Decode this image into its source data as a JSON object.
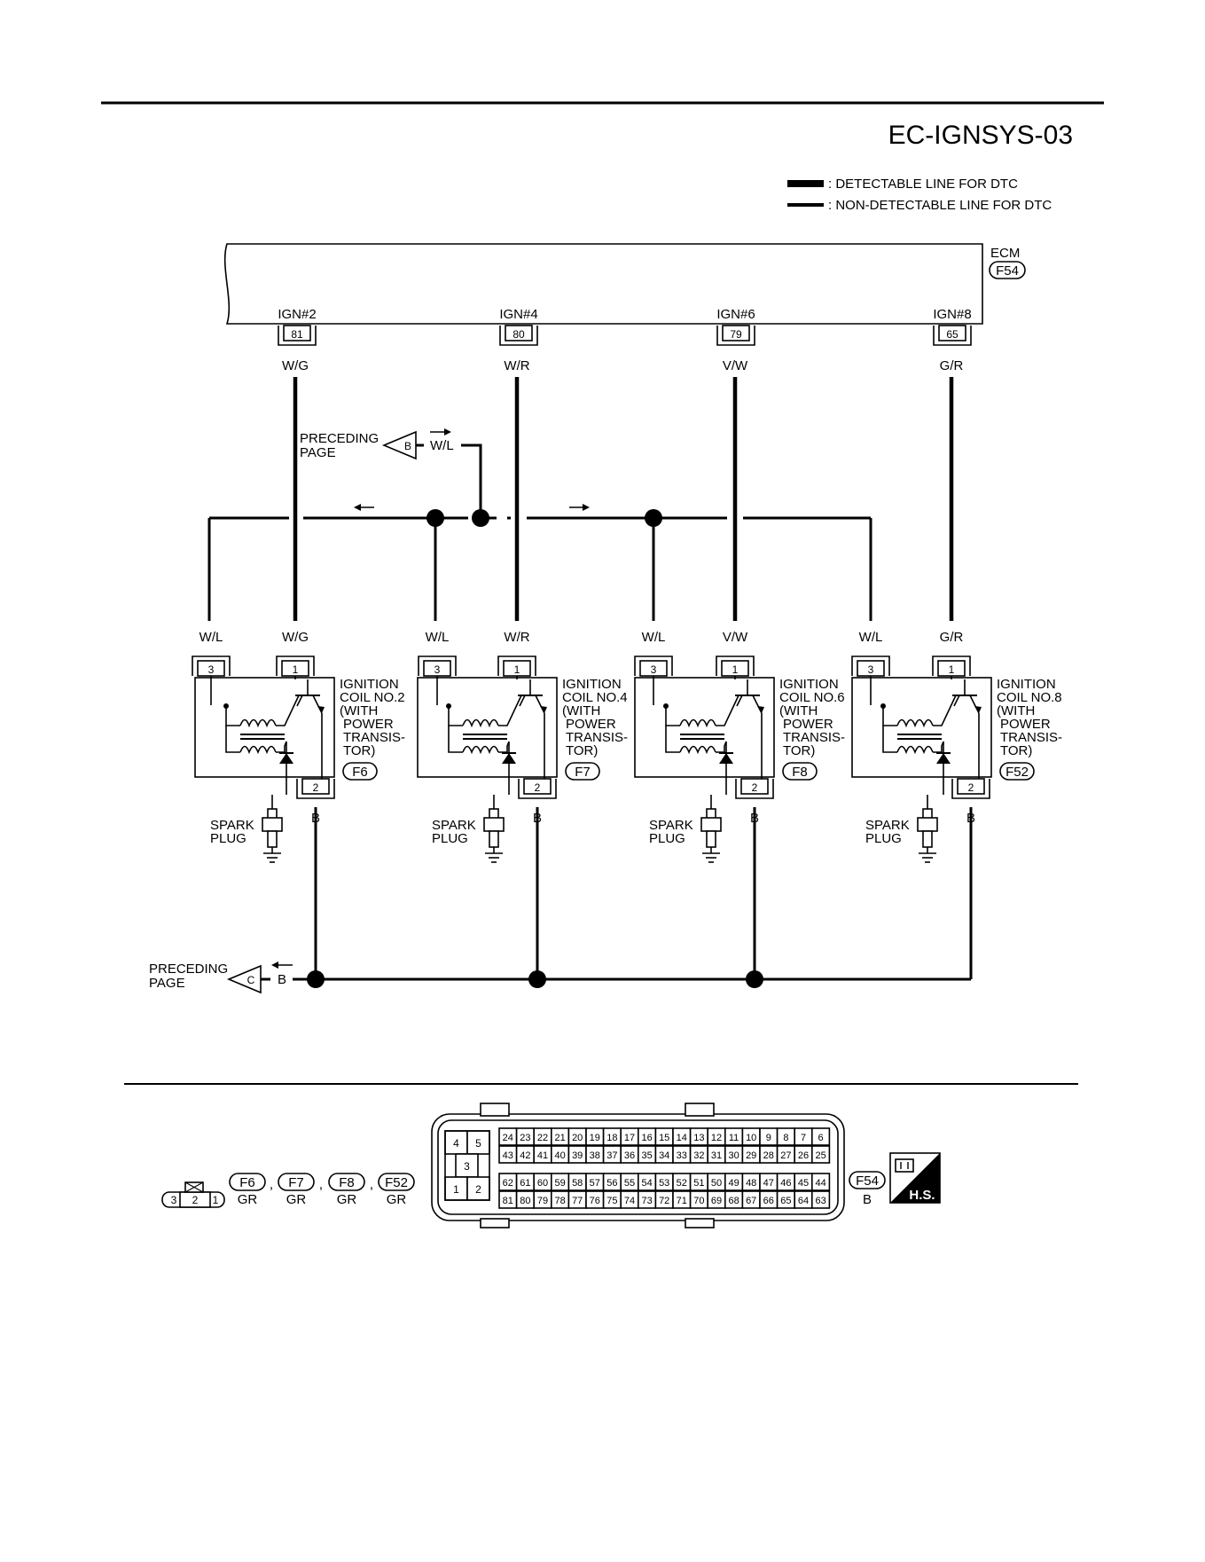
{
  "page_code": "EC-IGNSYS-03",
  "legend": {
    "detectable": ": DETECTABLE LINE FOR DTC",
    "non_detectable": ": NON-DETECTABLE LINE FOR DTC"
  },
  "ecm": {
    "label": "ECM",
    "connector": "F54",
    "terminals": [
      {
        "name": "IGN#2",
        "pin": "81",
        "wire": "W/G"
      },
      {
        "name": "IGN#4",
        "pin": "80",
        "wire": "W/R"
      },
      {
        "name": "IGN#6",
        "pin": "79",
        "wire": "V/W"
      },
      {
        "name": "IGN#8",
        "pin": "65",
        "wire": "G/R"
      }
    ]
  },
  "feed": {
    "preceding_line1": "PRECEDING",
    "preceding_line2": "PAGE",
    "connector_letter": "B",
    "wire": "W/L"
  },
  "coils": [
    {
      "pin_a": "3",
      "wire_a": "W/L",
      "pin_b": "1",
      "wire_b": "W/G",
      "pin_c": "2",
      "wire_c": "B",
      "connector": "F6",
      "name_lines": [
        "IGNITION",
        "COIL NO.2",
        "(WITH",
        "POWER",
        "TRANSIS-",
        "TOR)"
      ]
    },
    {
      "pin_a": "3",
      "wire_a": "W/L",
      "pin_b": "1",
      "wire_b": "W/R",
      "pin_c": "2",
      "wire_c": "B",
      "connector": "F7",
      "name_lines": [
        "IGNITION",
        "COIL NO.4",
        "(WITH",
        "POWER",
        "TRANSIS-",
        "TOR)"
      ]
    },
    {
      "pin_a": "3",
      "wire_a": "W/L",
      "pin_b": "1",
      "wire_b": "V/W",
      "pin_c": "2",
      "wire_c": "B",
      "connector": "F8",
      "name_lines": [
        "IGNITION",
        "COIL NO.6",
        "(WITH",
        "POWER",
        "TRANSIS-",
        "TOR)"
      ]
    },
    {
      "pin_a": "3",
      "wire_a": "W/L",
      "pin_b": "1",
      "wire_b": "G/R",
      "pin_c": "2",
      "wire_c": "B",
      "connector": "F52",
      "name_lines": [
        "IGNITION",
        "COIL NO.8",
        "(WITH",
        "POWER",
        "TRANSIS-",
        "TOR)"
      ]
    }
  ],
  "spark_plug": {
    "line1": "SPARK",
    "line2": "PLUG"
  },
  "ground": {
    "preceding_line1": "PRECEDING",
    "preceding_line2": "PAGE",
    "connector_letter": "C",
    "wire": "B"
  },
  "connector_views": {
    "small": {
      "pins": [
        "3",
        "2",
        "1"
      ],
      "connectors": [
        "F6",
        "F7",
        "F8",
        "F52"
      ],
      "colors": [
        "GR",
        "GR",
        "GR",
        "GR"
      ],
      "separator": ","
    },
    "ecm": {
      "block_pins": [
        "4",
        "5",
        "3",
        "1",
        "2"
      ],
      "row1": [
        "24",
        "23",
        "22",
        "21",
        "20",
        "19",
        "18",
        "17",
        "16",
        "15",
        "14",
        "13",
        "12",
        "11",
        "10",
        "9",
        "8",
        "7",
        "6"
      ],
      "row2": [
        "43",
        "42",
        "41",
        "40",
        "39",
        "38",
        "37",
        "36",
        "35",
        "34",
        "33",
        "32",
        "31",
        "30",
        "29",
        "28",
        "27",
        "26",
        "25"
      ],
      "row3": [
        "62",
        "61",
        "60",
        "59",
        "58",
        "57",
        "56",
        "55",
        "54",
        "53",
        "52",
        "51",
        "50",
        "49",
        "48",
        "47",
        "46",
        "45",
        "44"
      ],
      "row4": [
        "81",
        "80",
        "79",
        "78",
        "77",
        "76",
        "75",
        "74",
        "73",
        "72",
        "71",
        "70",
        "69",
        "68",
        "67",
        "66",
        "65",
        "64",
        "63"
      ],
      "connector": "F54",
      "color": "B"
    },
    "hs_badge": "H.S."
  }
}
